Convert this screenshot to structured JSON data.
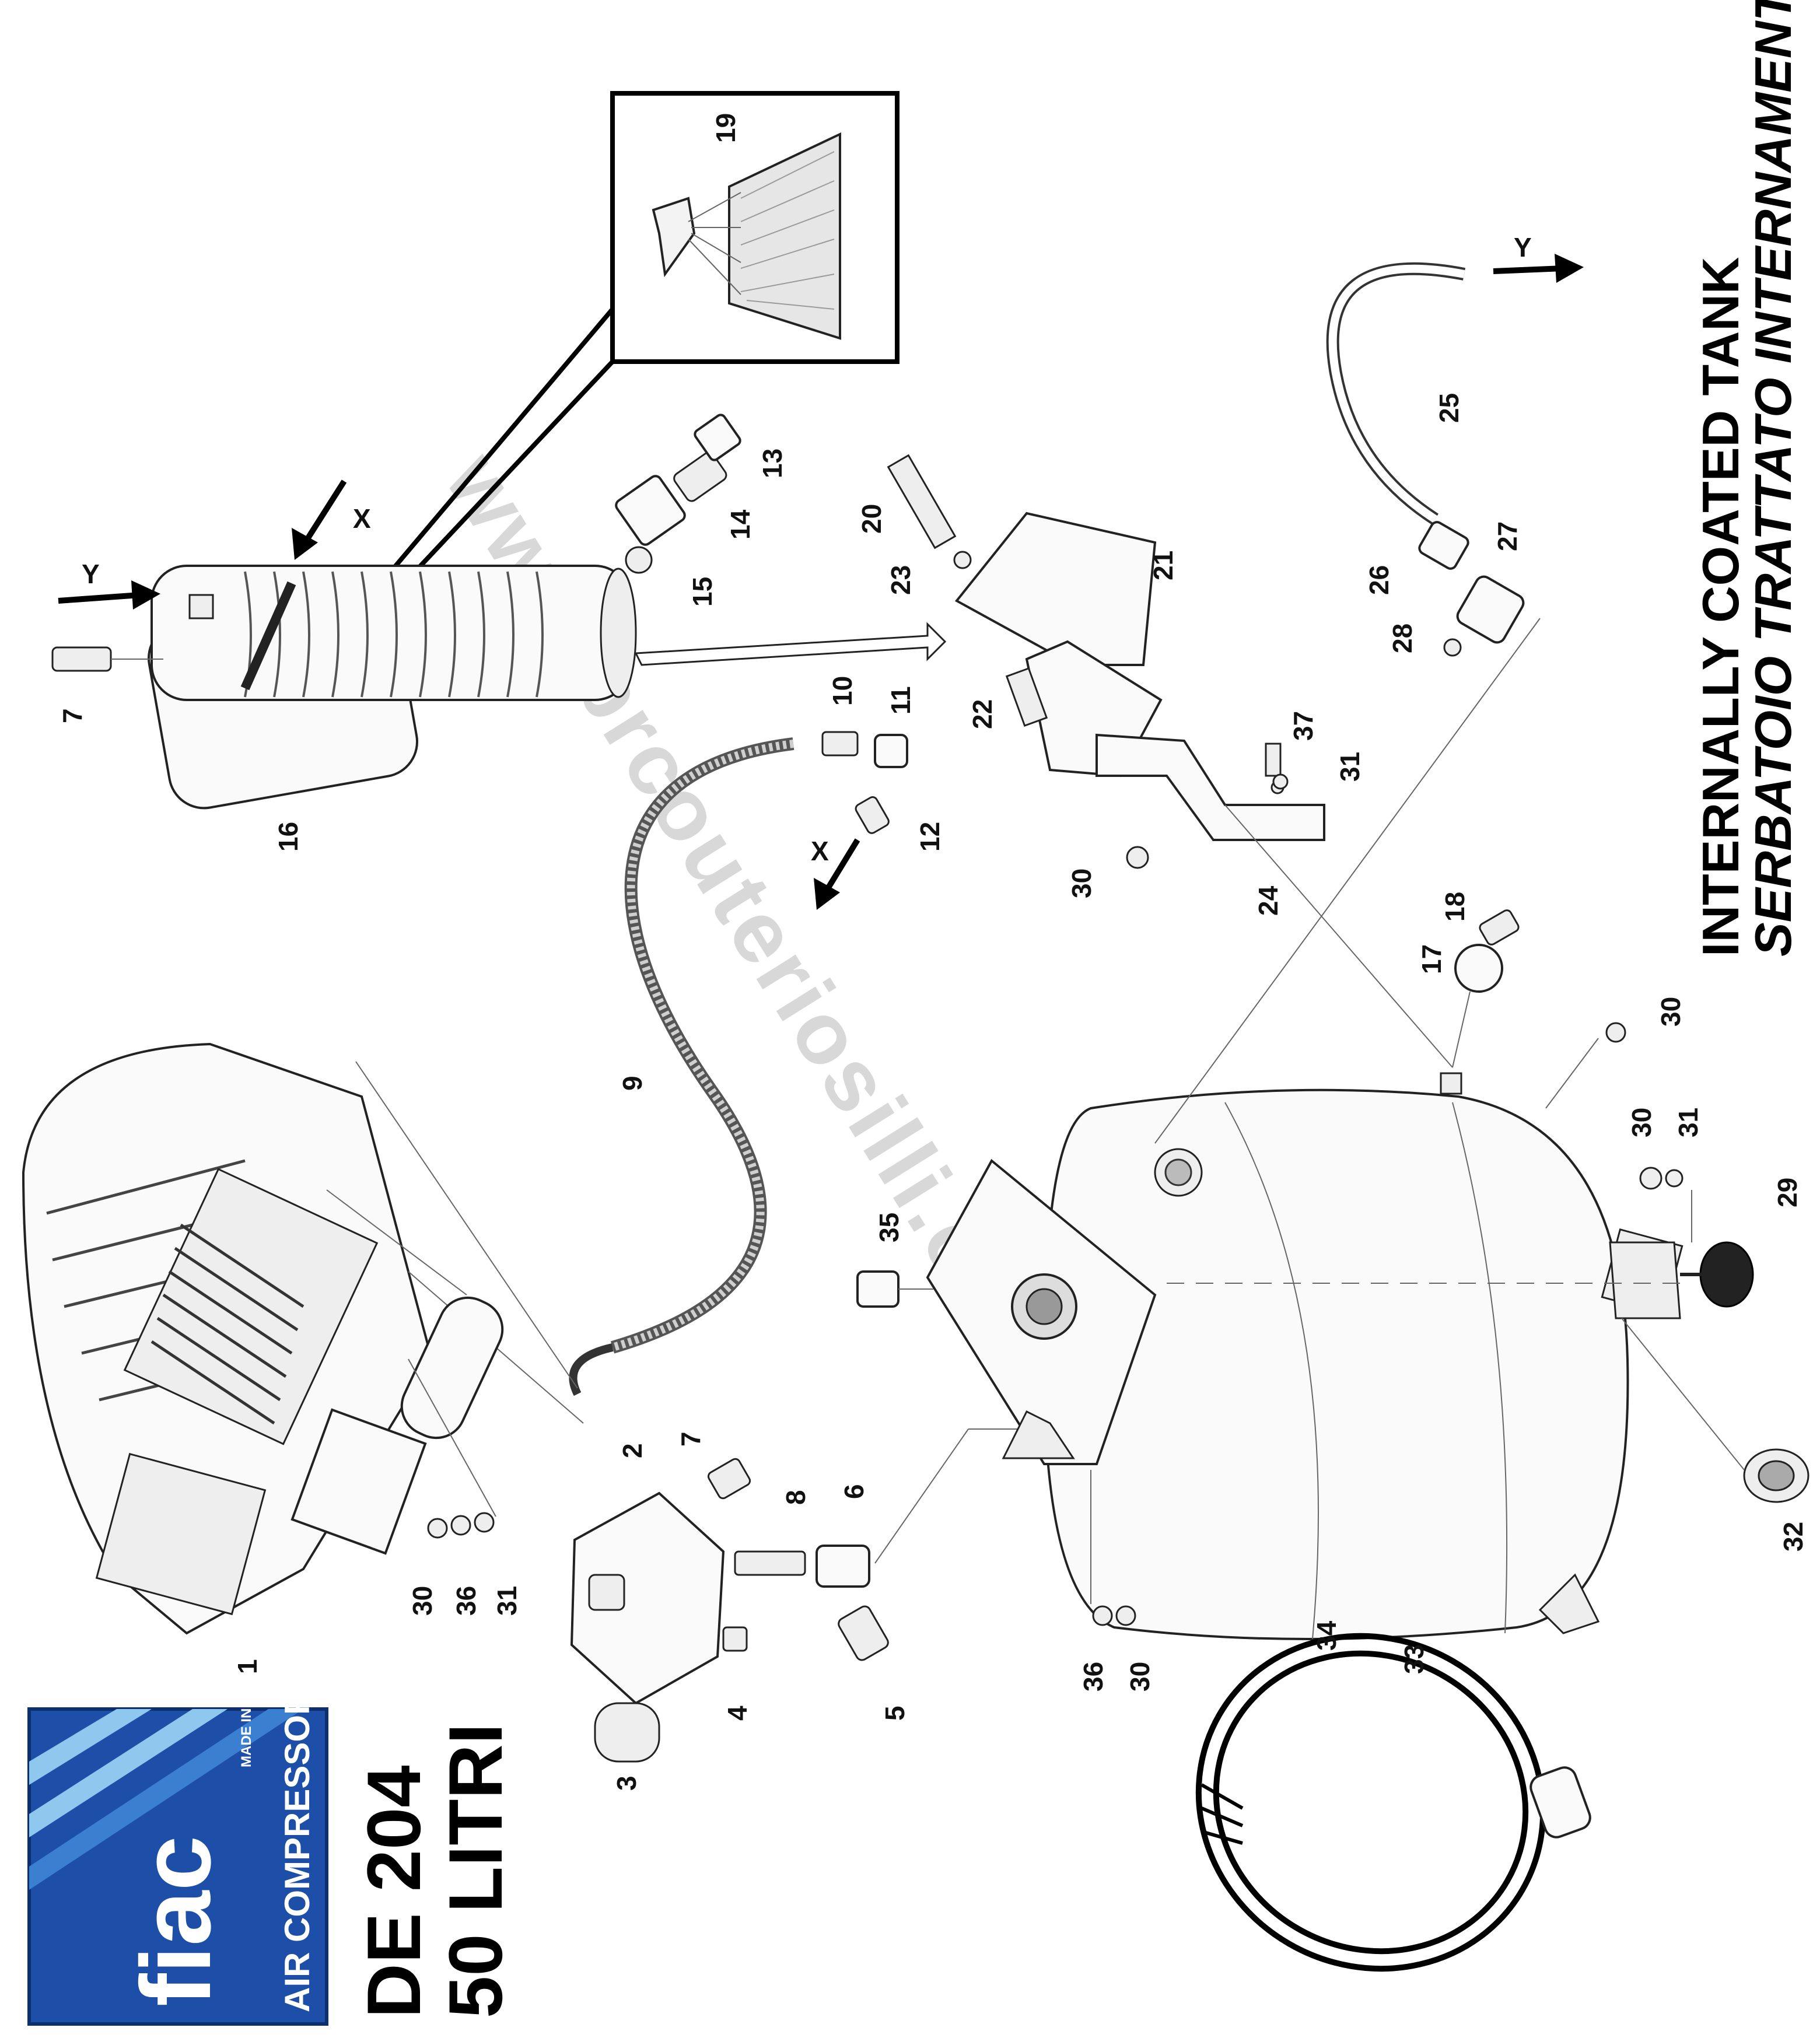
{
  "watermark": "www.brcouteriosilli.com",
  "model": {
    "line1": "DE 204",
    "line2": "50 LITRI"
  },
  "tank_note": {
    "line1": "INTERNALLY COATED TANK",
    "line2": "SERBATOIO TRATTATO INTERNAMENTE"
  },
  "logo": {
    "brand": "fiac",
    "tagline": "AIR COMPRESSORS",
    "made_in": "MADE IN ITALY",
    "colors": {
      "blue": "#1d4fa8",
      "light": "#8ec8ef",
      "mid": "#3b7fd0"
    }
  },
  "arrows": {
    "x": "X",
    "y": "Y"
  },
  "labels": [
    "1",
    "2",
    "3",
    "4",
    "5",
    "6",
    "7",
    "8",
    "9",
    "10",
    "11",
    "12",
    "13",
    "14",
    "15",
    "16",
    "17",
    "18",
    "19",
    "20",
    "21",
    "22",
    "23",
    "24",
    "25",
    "26",
    "27",
    "28",
    "29",
    "30",
    "31",
    "32",
    "33",
    "34",
    "35",
    "36",
    "37"
  ],
  "callouts": {
    "p1": "1",
    "p2": "2",
    "p3": "3",
    "p4": "4",
    "p5": "5",
    "p6": "6",
    "p7a": "7",
    "p7b": "7",
    "p8": "8",
    "p9": "9",
    "p10": "10",
    "p11": "11",
    "p12": "12",
    "p13": "13",
    "p14": "14",
    "p15": "15",
    "p16": "16",
    "p17": "17",
    "p18": "18",
    "p19": "19",
    "p20": "20",
    "p21": "21",
    "p22": "22",
    "p23": "23",
    "p24": "24",
    "p25": "25",
    "p26": "26",
    "p27": "27",
    "p28": "28",
    "p29": "29",
    "p30a": "30",
    "p30b": "30",
    "p30c": "30",
    "p30d": "30",
    "p30e": "30",
    "p31a": "31",
    "p31b": "31",
    "p31c": "31",
    "p32": "32",
    "p33": "33",
    "p34": "34",
    "p35": "35",
    "p36a": "36",
    "p36b": "36",
    "p37": "37"
  }
}
